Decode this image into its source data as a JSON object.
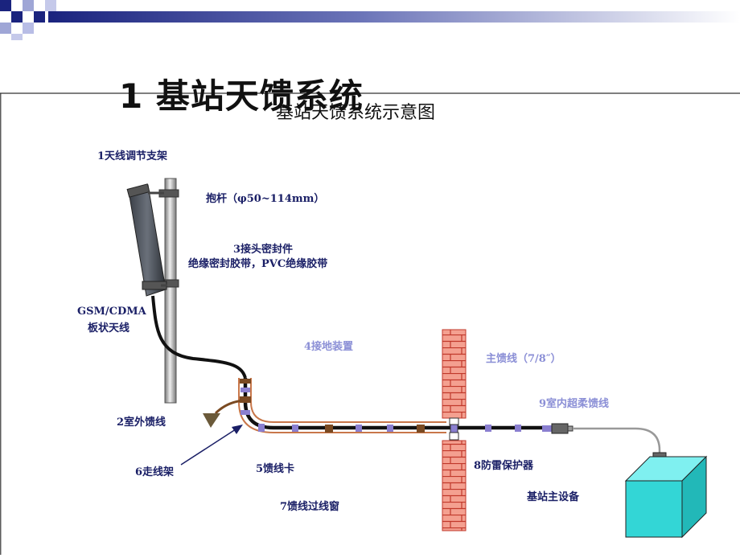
{
  "slide": {
    "title": "1 基站天馈系统",
    "diagram_title": "基站天馈系统示意图"
  },
  "labels": {
    "antenna_bracket": "1天线调节支架",
    "pole": "抱杆（φ50~114mm）",
    "connector_seal": "3接头密封件",
    "insulation_tape": "绝缘密封胶带，PVC绝缘胶带",
    "antenna_line1": "GSM/CDMA",
    "antenna_line2": "板状天线",
    "grounding": "4接地装置",
    "main_feeder": "主馈线（7/8″）",
    "indoor_jumper": "9室内超柔馈线",
    "outdoor_jumper": "2室外馈线",
    "cable_tray": "6走线架",
    "feeder_clamp": "5馈线卡",
    "lightning_protector": "8防雷保护器",
    "bts": "基站主设备",
    "feeder_window": "7馈线过线窗"
  },
  "colors": {
    "header_band_start": "#1a237e",
    "header_band_end": "#ffffff",
    "label_dark": "#1a1f66",
    "label_light": "#8b8fd6",
    "brick_fill": "#f4a090",
    "brick_line": "#c0392b",
    "bts_box": "#33d6d6",
    "clamp": "#8a7fd0",
    "ground_connector": "#7a4a22"
  }
}
